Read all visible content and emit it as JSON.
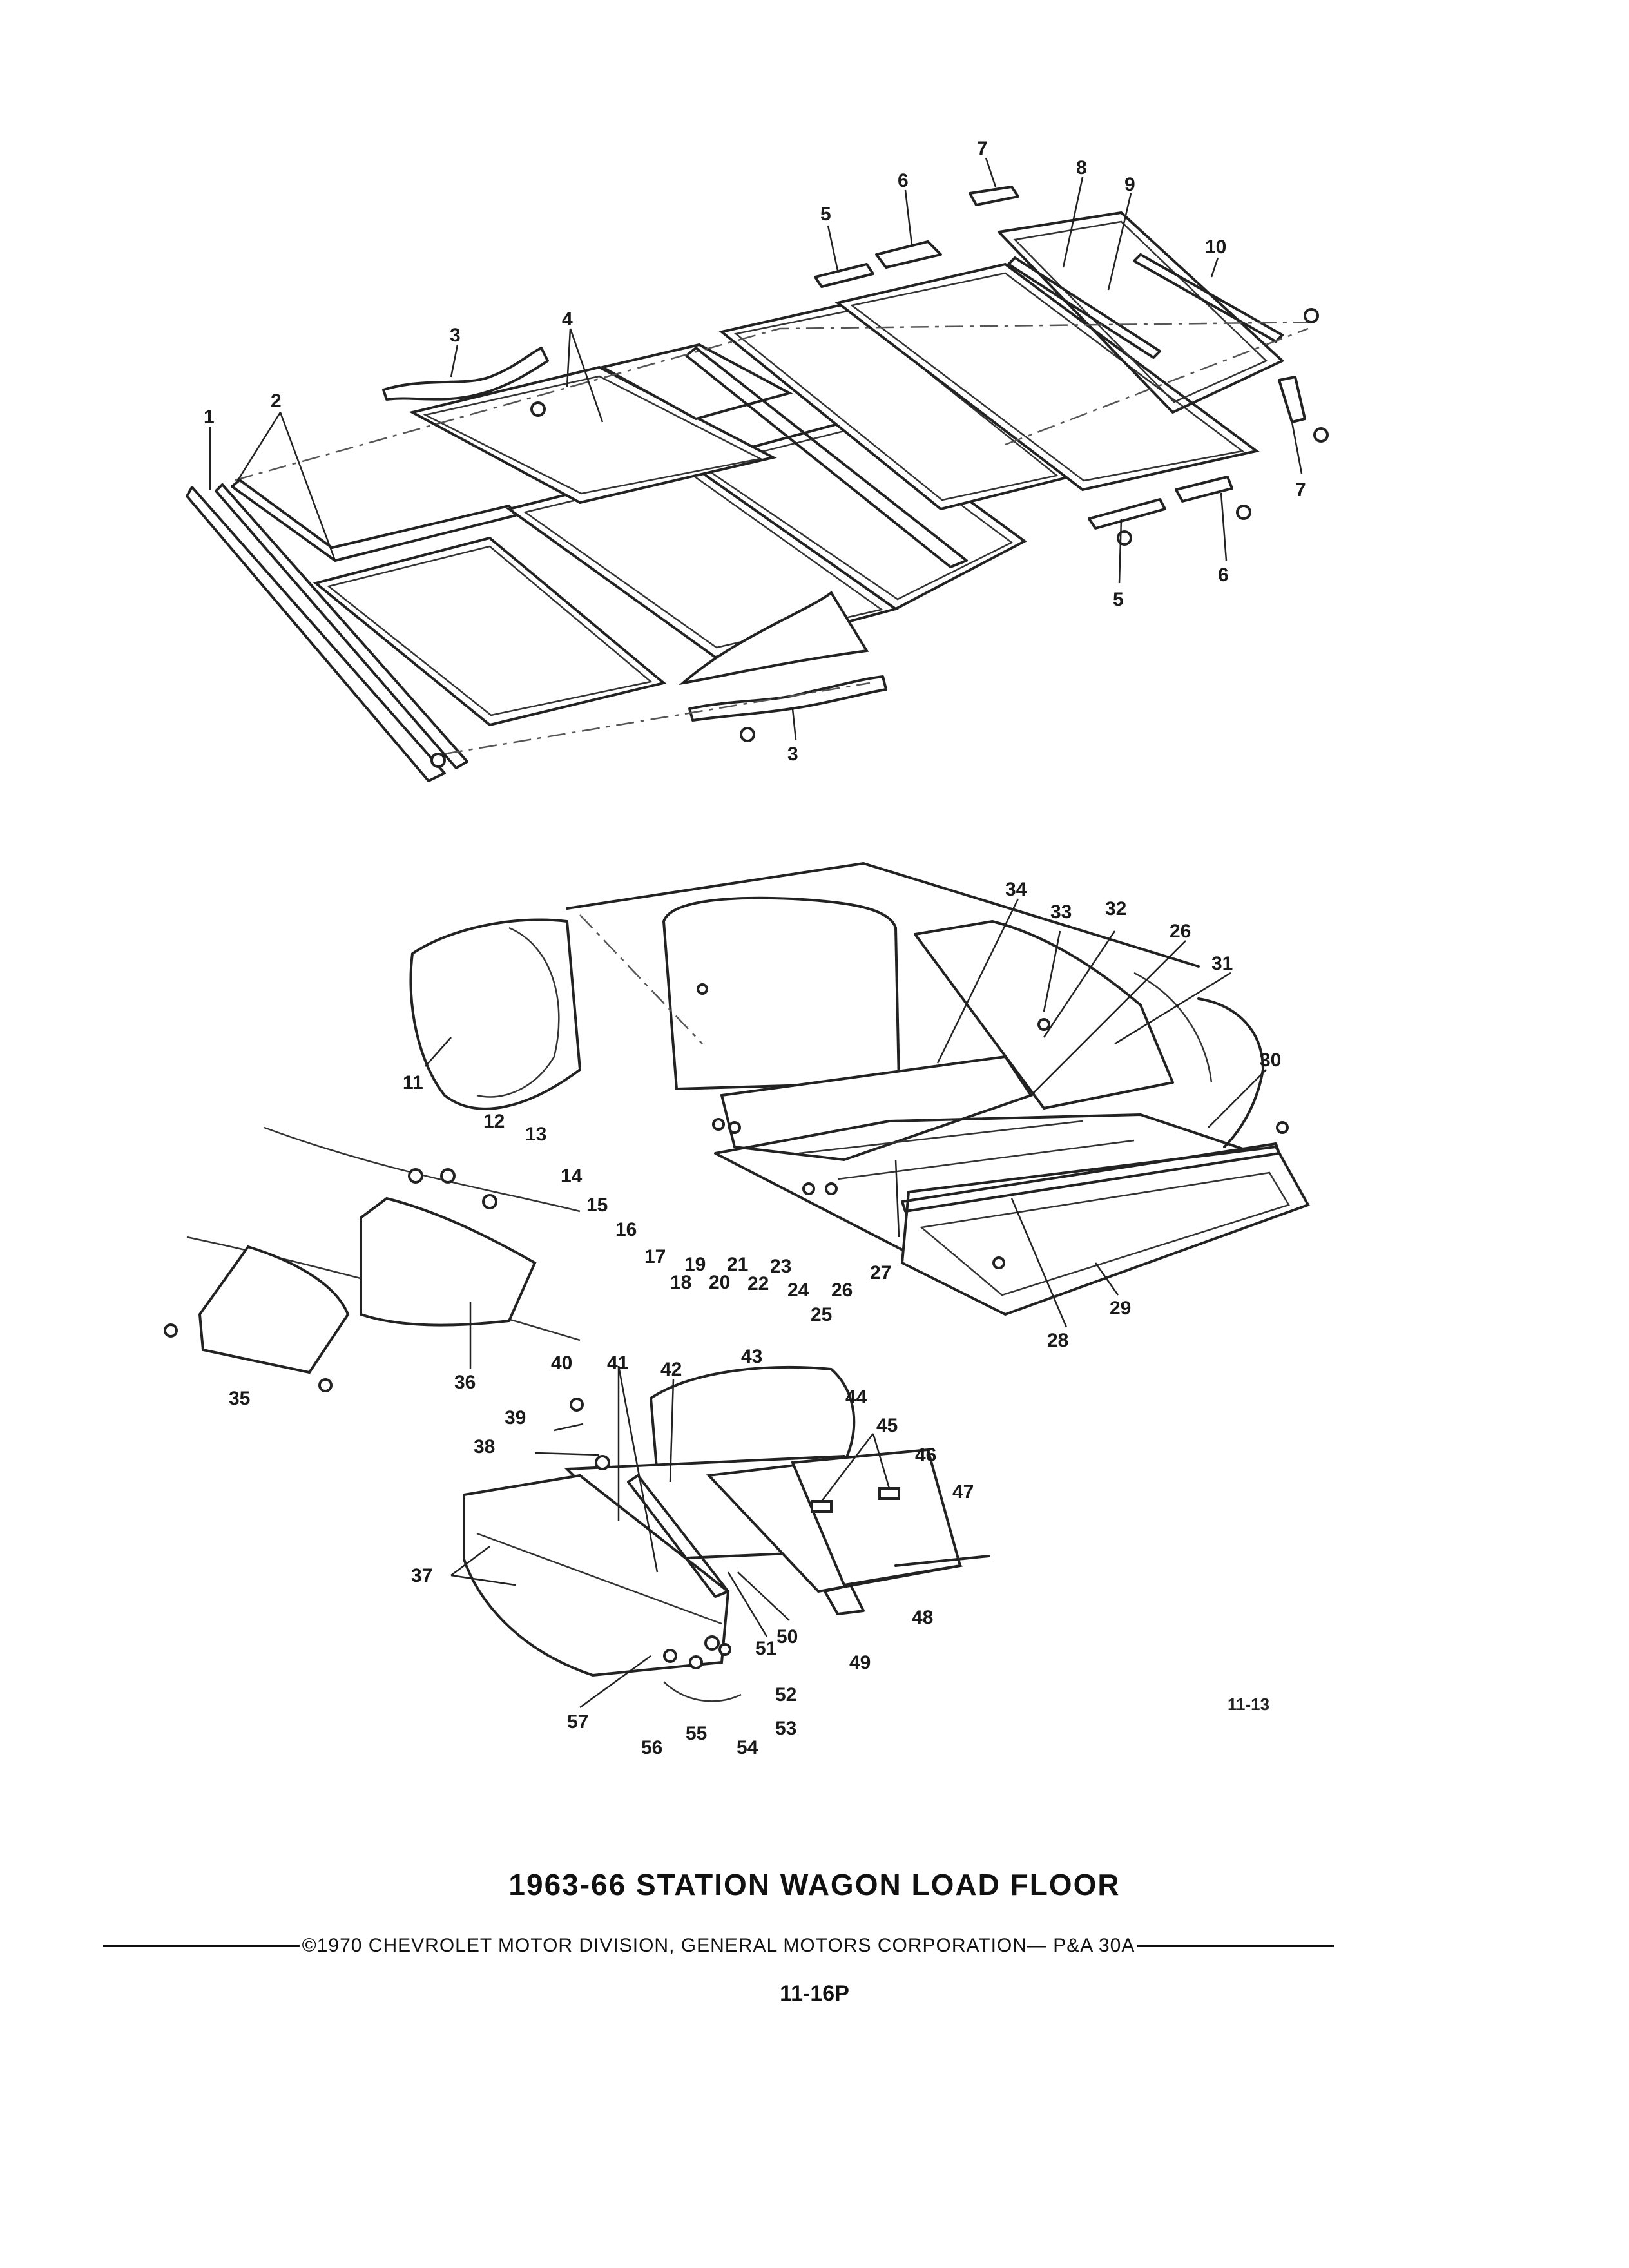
{
  "title": "1963-66 STATION WAGON LOAD FLOOR",
  "copyright": "©1970 CHEVROLET MOTOR DIVISION, GENERAL MOTORS CORPORATION— P&A 30A",
  "page_number": "11-16P",
  "plate_number": "11-13",
  "callouts": [
    {
      "id": "c1",
      "label": "1"
    },
    {
      "id": "c2",
      "label": "2"
    },
    {
      "id": "c3a",
      "label": "3"
    },
    {
      "id": "c3b",
      "label": "3"
    },
    {
      "id": "c4",
      "label": "4"
    },
    {
      "id": "c5a",
      "label": "5"
    },
    {
      "id": "c5b",
      "label": "5"
    },
    {
      "id": "c6a",
      "label": "6"
    },
    {
      "id": "c6b",
      "label": "6"
    },
    {
      "id": "c7a",
      "label": "7"
    },
    {
      "id": "c7b",
      "label": "7"
    },
    {
      "id": "c8",
      "label": "8"
    },
    {
      "id": "c9",
      "label": "9"
    },
    {
      "id": "c10",
      "label": "10"
    },
    {
      "id": "c11",
      "label": "11"
    },
    {
      "id": "c12",
      "label": "12"
    },
    {
      "id": "c13",
      "label": "13"
    },
    {
      "id": "c14",
      "label": "14"
    },
    {
      "id": "c15",
      "label": "15"
    },
    {
      "id": "c16",
      "label": "16"
    },
    {
      "id": "c17",
      "label": "17"
    },
    {
      "id": "c18",
      "label": "18"
    },
    {
      "id": "c19",
      "label": "19"
    },
    {
      "id": "c20",
      "label": "20"
    },
    {
      "id": "c21",
      "label": "21"
    },
    {
      "id": "c22",
      "label": "22"
    },
    {
      "id": "c23",
      "label": "23"
    },
    {
      "id": "c24",
      "label": "24"
    },
    {
      "id": "c25",
      "label": "25"
    },
    {
      "id": "c26a",
      "label": "26"
    },
    {
      "id": "c26b",
      "label": "26"
    },
    {
      "id": "c27",
      "label": "27"
    },
    {
      "id": "c28",
      "label": "28"
    },
    {
      "id": "c29",
      "label": "29"
    },
    {
      "id": "c30",
      "label": "30"
    },
    {
      "id": "c31",
      "label": "31"
    },
    {
      "id": "c32",
      "label": "32"
    },
    {
      "id": "c33",
      "label": "33"
    },
    {
      "id": "c34",
      "label": "34"
    },
    {
      "id": "c35",
      "label": "35"
    },
    {
      "id": "c36",
      "label": "36"
    },
    {
      "id": "c37",
      "label": "37"
    },
    {
      "id": "c38",
      "label": "38"
    },
    {
      "id": "c39",
      "label": "39"
    },
    {
      "id": "c40",
      "label": "40"
    },
    {
      "id": "c41",
      "label": "41"
    },
    {
      "id": "c42",
      "label": "42"
    },
    {
      "id": "c43",
      "label": "43"
    },
    {
      "id": "c44",
      "label": "44"
    },
    {
      "id": "c45",
      "label": "45"
    },
    {
      "id": "c46",
      "label": "46"
    },
    {
      "id": "c47",
      "label": "47"
    },
    {
      "id": "c48",
      "label": "48"
    },
    {
      "id": "c49",
      "label": "49"
    },
    {
      "id": "c50",
      "label": "50"
    },
    {
      "id": "c51",
      "label": "51"
    },
    {
      "id": "c52",
      "label": "52"
    },
    {
      "id": "c53",
      "label": "53"
    },
    {
      "id": "c54",
      "label": "54"
    },
    {
      "id": "c55",
      "label": "55"
    },
    {
      "id": "c56",
      "label": "56"
    },
    {
      "id": "c57",
      "label": "57"
    }
  ]
}
